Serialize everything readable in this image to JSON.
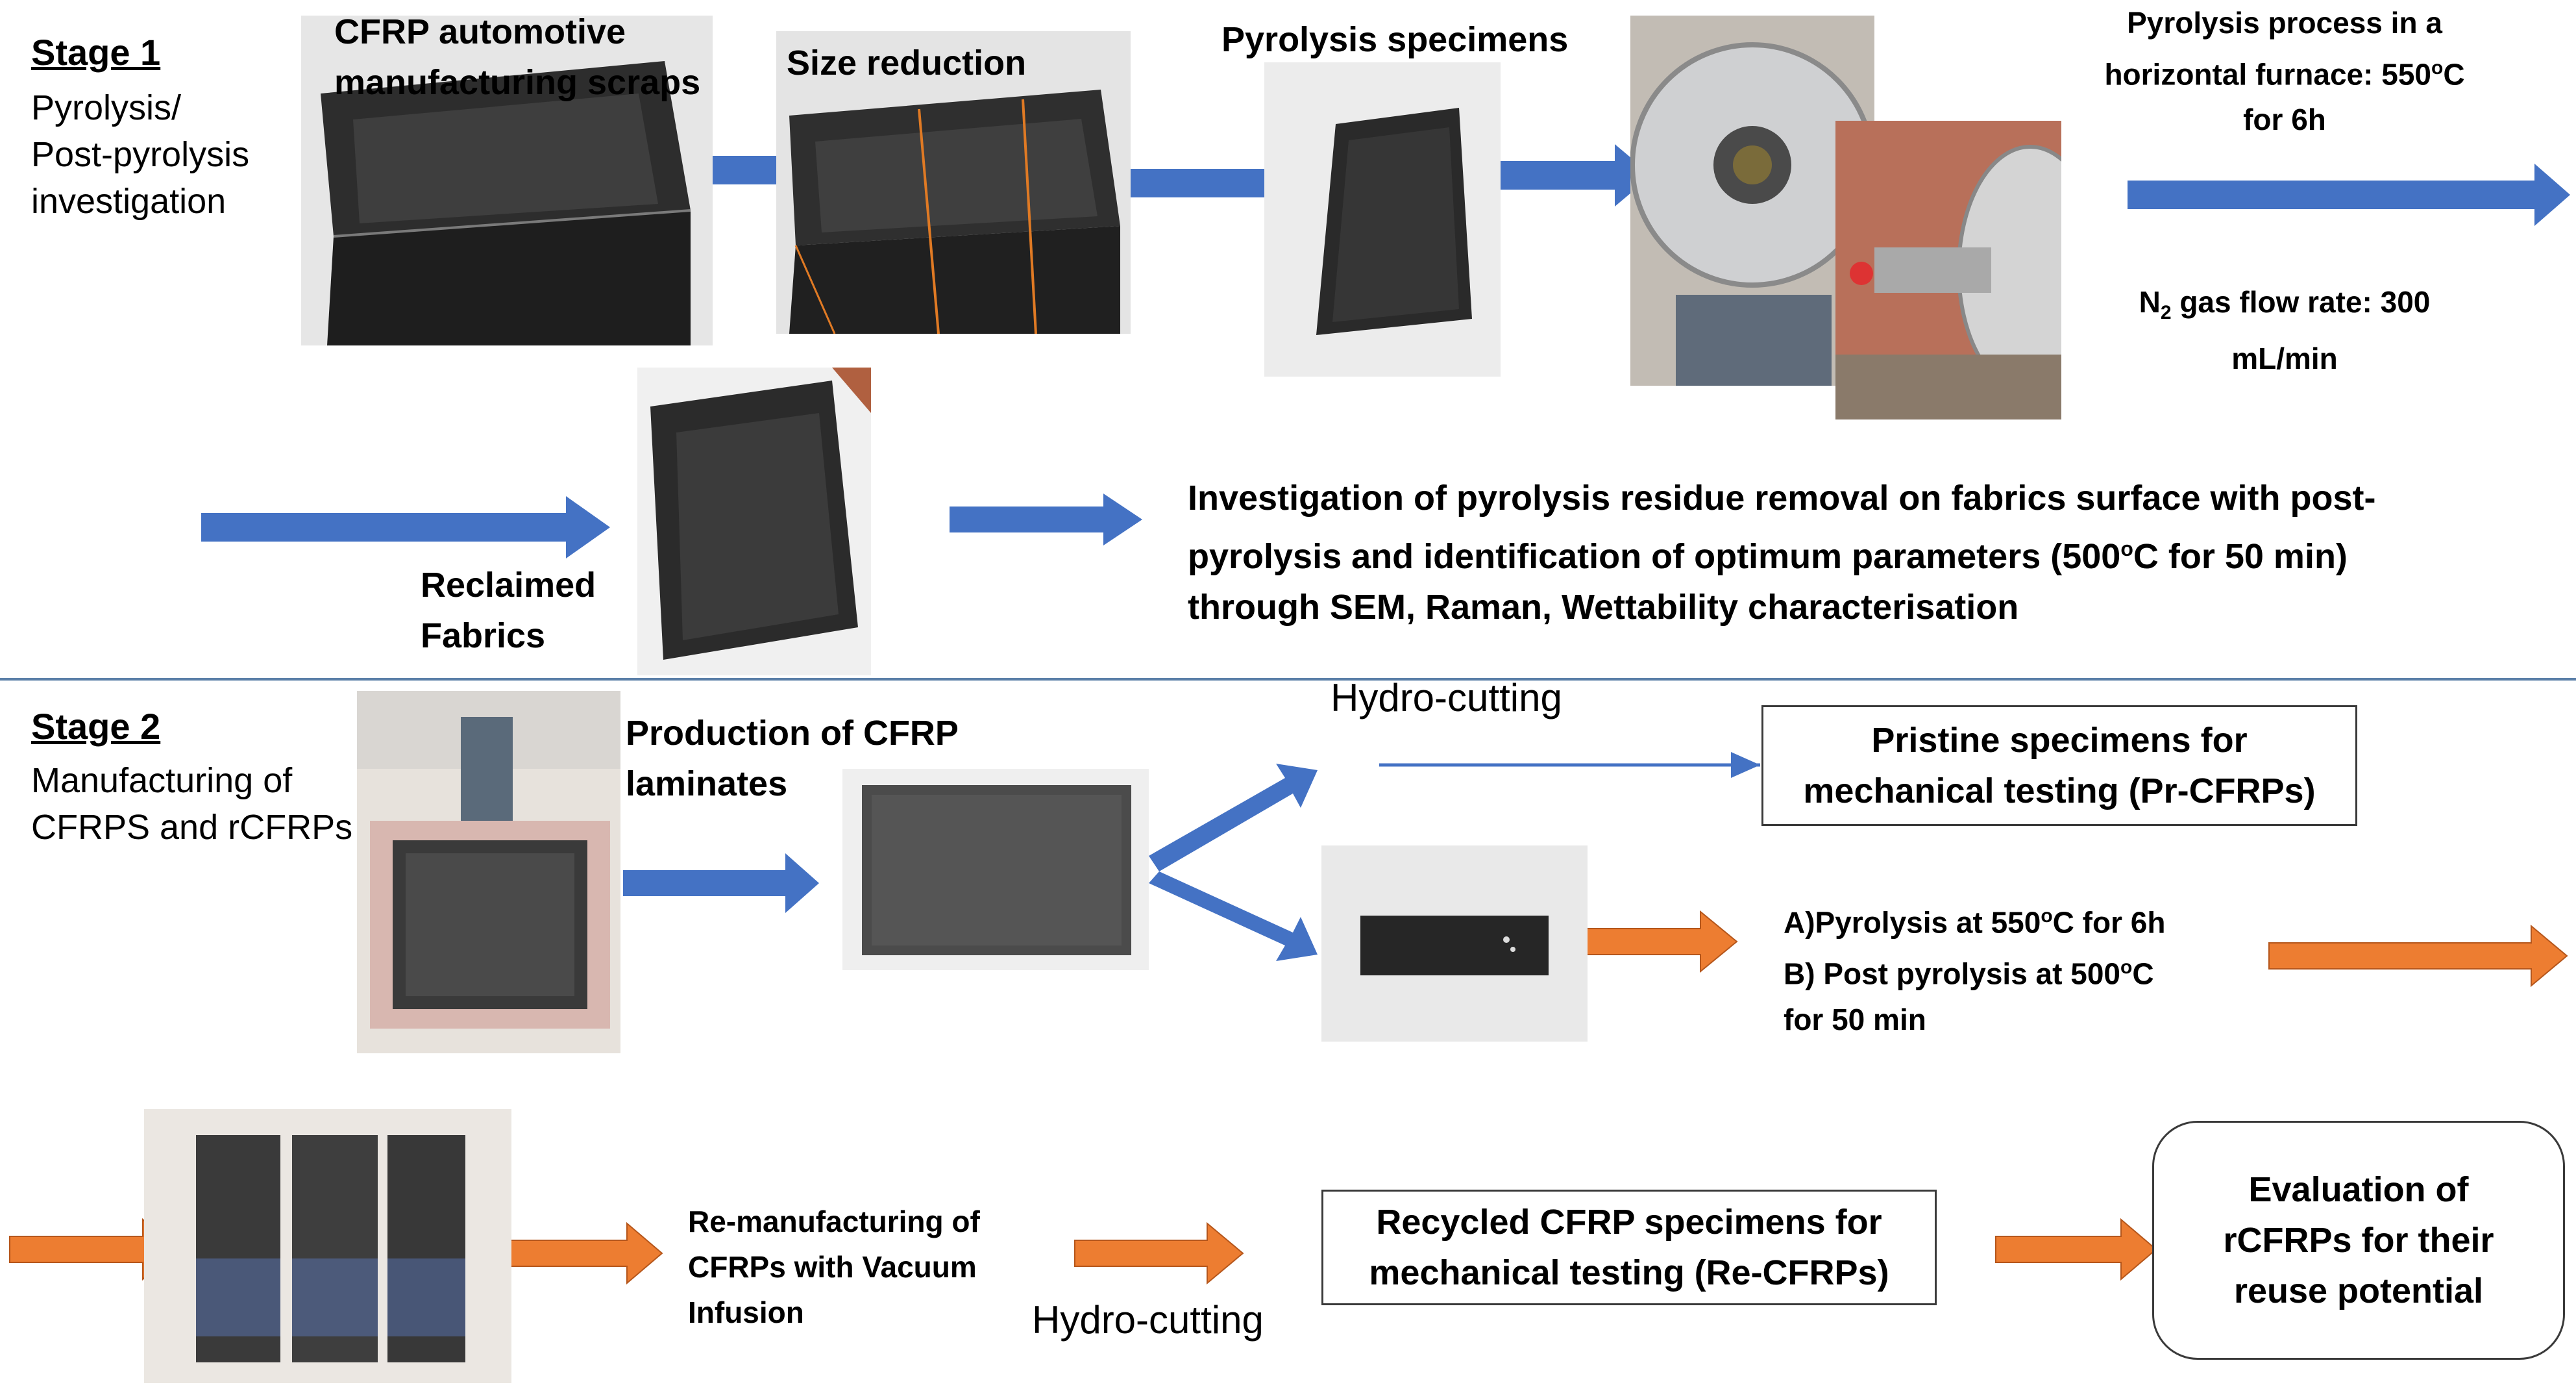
{
  "stage1": {
    "title": "Stage 1",
    "subtitle_lines": [
      "Pyrolysis/",
      "Post-pyrolysis",
      "investigation"
    ]
  },
  "stage2": {
    "title": "Stage 2",
    "subtitle_lines": [
      "Manufacturing of",
      "CFRPS and rCFRPs"
    ]
  },
  "labels": {
    "scraps": [
      "CFRP automotive",
      "manufacturing  scraps"
    ],
    "size_reduction": "Size reduction",
    "pyrolysis_specimens": "Pyrolysis  specimens",
    "furnace_process": [
      "Pyrolysis process in a",
      "horizontal furnace: 550",
      "for 6h"
    ],
    "gas_flow": [
      "N",
      " gas flow rate: 300",
      "mL/min"
    ],
    "reclaimed": [
      "Reclaimed",
      "Fabrics"
    ],
    "investigation": [
      "Investigation of pyrolysis residue removal  on fabrics surface with post-",
      "pyrolysis and identification of optimum parameters (500",
      "through SEM, Raman, Wettability characterisation"
    ],
    "production": [
      "Production  of  CFRP",
      "laminates"
    ],
    "hydro_cutting_top": "Hydro-cutting",
    "pristine": [
      "Pristine specimens for",
      "mechanical testing (Pr-CFRPs)"
    ],
    "pyro_steps": [
      "A)Pyrolysis at 550",
      "B) Post pyrolysis at 500",
      "for 50 min"
    ],
    "remanufacturing": [
      "Re-manufacturing of",
      "CFRPs with Vacuum",
      "Infusion"
    ],
    "hydro_cutting_bottom": "Hydro-cutting",
    "recycled": [
      "Recycled CFRP specimens for",
      "mechanical testing (Re-CFRPs)"
    ],
    "evaluation": [
      "Evaluation  of",
      "rCFRPs for their",
      "reuse potential"
    ]
  },
  "degree_symbol": "o",
  "celsius_tail": "C",
  "investigation_tail": "C for 50 min)",
  "pyro_step_a_tail": "C for 6h",
  "pyro_step_b_tail": "C",
  "subscript_two": "2",
  "photos": [
    "cfrp-scraps-photo",
    "size-reduction-photo",
    "pyrolysis-specimen-photo",
    "furnace-photo-1",
    "furnace-photo-2",
    "reclaimed-fabrics-photo",
    "vacuum-infusion-setup-photo",
    "cfrp-laminate-photo",
    "cut-specimen-photo",
    "recycled-fabric-strips-photo"
  ],
  "colors": {
    "blue_arrow": "#4472c4",
    "orange_arrow": "#ed7d31",
    "divider": "#5b7fa8",
    "box_border": "#3a3a3a"
  }
}
